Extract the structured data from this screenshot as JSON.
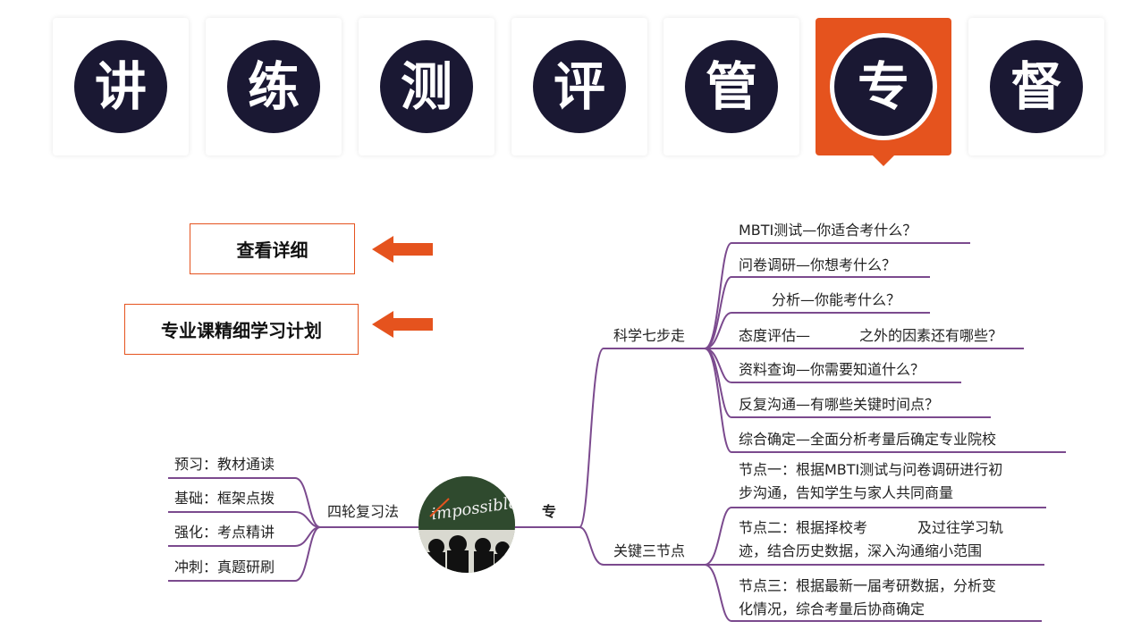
{
  "tabs": [
    {
      "label": "讲",
      "active": false
    },
    {
      "label": "练",
      "active": false
    },
    {
      "label": "测",
      "active": false
    },
    {
      "label": "评",
      "active": false
    },
    {
      "label": "管",
      "active": false
    },
    {
      "label": "专",
      "active": true
    },
    {
      "label": "督",
      "active": false
    }
  ],
  "buttons": {
    "view_detail": "查看详细",
    "study_plan": "专业课精细学习计划"
  },
  "mindmap": {
    "center_label": "专",
    "center_image_text": "impossible",
    "left": {
      "label": "四轮复习法",
      "items": [
        "预习：教材通读",
        "基础：框架点拨",
        "强化：考点精讲",
        "冲刺：真题研刷"
      ]
    },
    "right_top": {
      "label": "科学七步走",
      "items": [
        "MBTI测试—你适合考什么？",
        "问卷调研—你想考什么？",
        "分析—你能考什么？",
        "态度评估—",
        "之外的因素还有哪些？",
        "资料查询—你需要知道什么？",
        "反复沟通—有哪些关键时间点？",
        "综合确定—全面分析考量后确定专业院校"
      ]
    },
    "right_bottom": {
      "label": "关键三节点",
      "items": [
        {
          "line1": "节点一：根据MBTI测试与问卷调研进行初",
          "line2": "步沟通，告知学生与家人共同商量"
        },
        {
          "line1": "节点二：根据择校考",
          "line1b": "及过往学习轨",
          "line2": "迹，结合历史数据，深入沟通缩小范围"
        },
        {
          "line1": "节点三：根据最新一届考研数据，分析变",
          "line2": "化情况，综合考量后协商确定"
        }
      ]
    }
  },
  "colors": {
    "accent": "#e5531e",
    "circle": "#1a1833",
    "branch": "#7b4a8e"
  }
}
